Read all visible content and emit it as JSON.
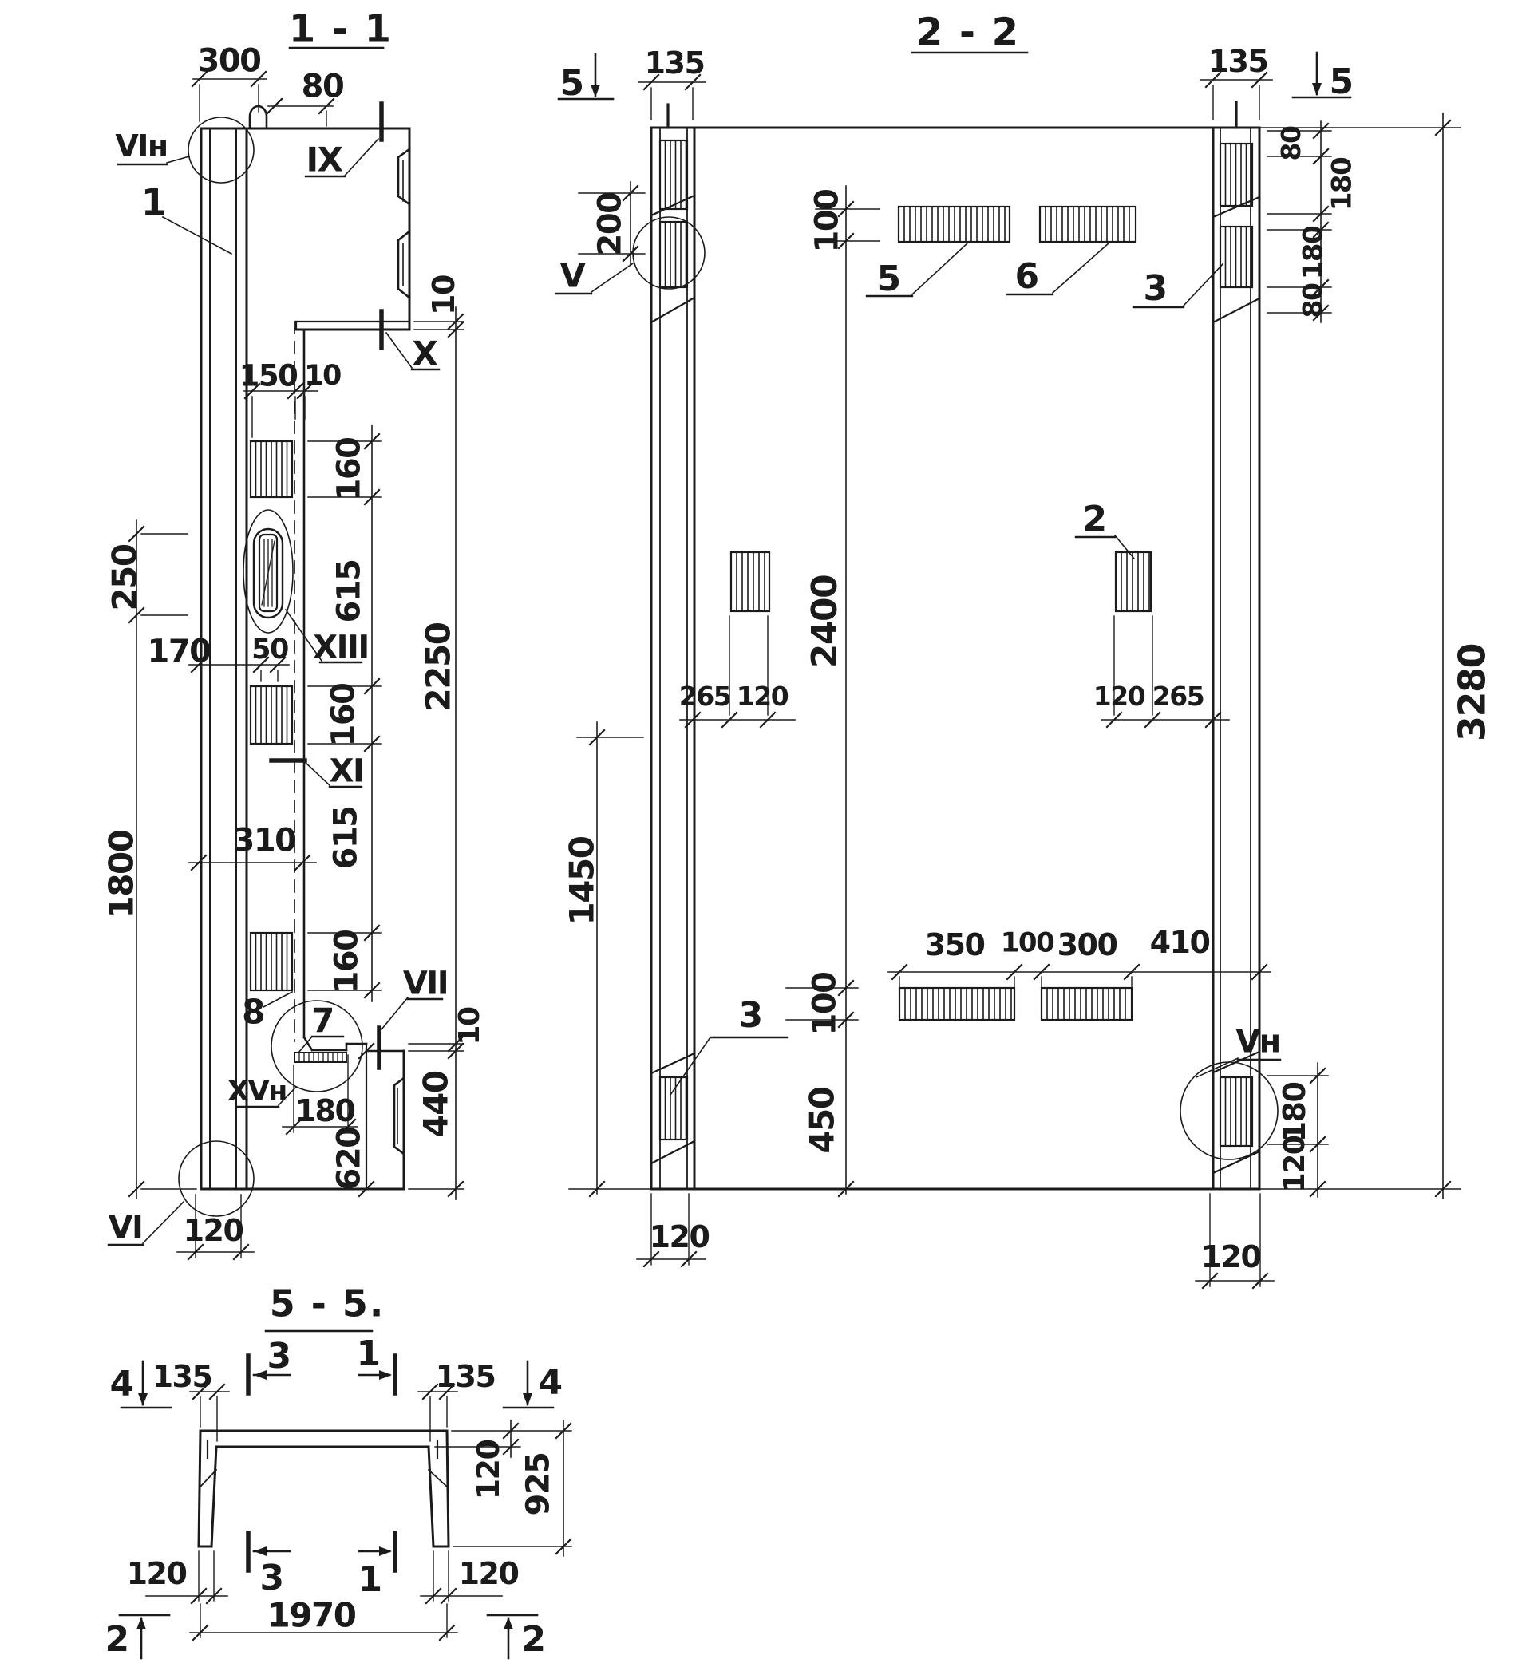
{
  "document": {
    "type": "technical drawing — reinforced concrete panel, sections",
    "background_color": "#ffffff",
    "ink_color": "#1b1b1b"
  },
  "section_1_1": {
    "title": "1 - 1",
    "dims": {
      "d300": "300",
      "d80": "80",
      "d10_top": "10",
      "d150": "150",
      "d10_mid": "10",
      "d160_1": "160",
      "d615_1": "615",
      "d160_2": "160",
      "d615_2": "615",
      "d160_3": "160",
      "d250": "250",
      "d170": "170",
      "d50": "50",
      "d310": "310",
      "d1800": "1800",
      "d2250": "2250",
      "d10_bot": "10",
      "d440": "440",
      "d180": "180",
      "d620": "620",
      "d120": "120"
    },
    "labels": {
      "vi_n": "VIн",
      "item1": "1",
      "ix": "IX",
      "x": "X",
      "xiii": "XIII",
      "xi": "XI",
      "item8": "8",
      "item7": "7",
      "vii": "VII",
      "xv_n": "XVн",
      "vi": "VI"
    }
  },
  "section_2_2": {
    "title": "2 - 2",
    "dims": {
      "d135_l": "135",
      "d135_r": "135",
      "d100_top": "100",
      "d200": "200",
      "d2400": "2400",
      "d1450": "1450",
      "d265_l": "265",
      "d120_l": "120",
      "d120_r": "120",
      "d265_r": "265",
      "d350": "350",
      "d100_mid": "100",
      "d300": "300",
      "d410": "410",
      "d100_low": "100",
      "d450": "450",
      "d120_bl": "120",
      "d120_br": "120",
      "d3280": "3280",
      "d80_1": "80",
      "d180_1": "180",
      "d180_2": "180",
      "d80_2": "80",
      "d180_3": "180",
      "d120_chain": "120"
    },
    "labels": {
      "sec5_l": "5",
      "sec5_r": "5",
      "v": "V",
      "bar5": "5",
      "bar6": "6",
      "item3_r": "3",
      "item2": "2",
      "item3_l": "3",
      "v_n": "Vн"
    }
  },
  "section_5_5": {
    "title": "5 - 5.",
    "dims": {
      "d135_l": "135",
      "d135_r": "135",
      "d120_slab": "120",
      "d925": "925",
      "d120_l": "120",
      "d120_r": "120",
      "d1970": "1970"
    },
    "marks": {
      "sec4_l": "4",
      "sec4_r": "4",
      "sec3_top": "3",
      "sec1_top": "1",
      "sec3_bot": "3",
      "sec1_bot": "1",
      "sec2_l": "2",
      "sec2_r": "2"
    }
  }
}
